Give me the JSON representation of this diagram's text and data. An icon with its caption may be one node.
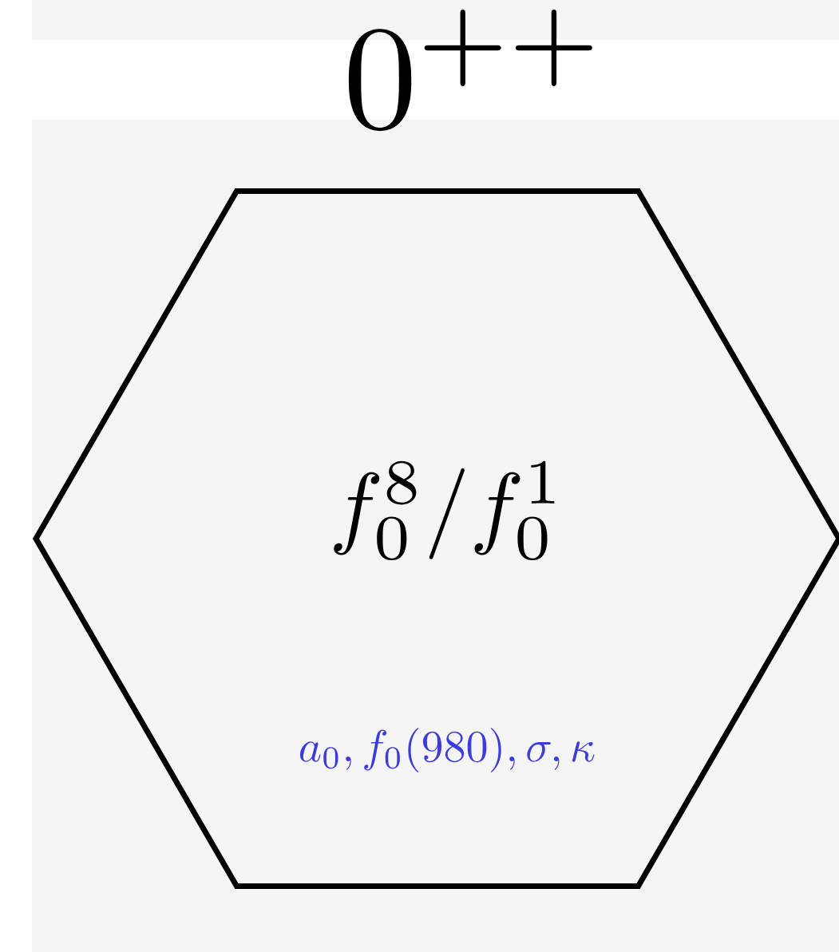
{
  "diagram": {
    "title": "0^{++}",
    "nodes": [
      {
        "text": [
          "f_0^8/f_0^1",
          "a_0, f_0(980), \\sigma, \\kappa"
        ]
      }
    ]
  }
}
